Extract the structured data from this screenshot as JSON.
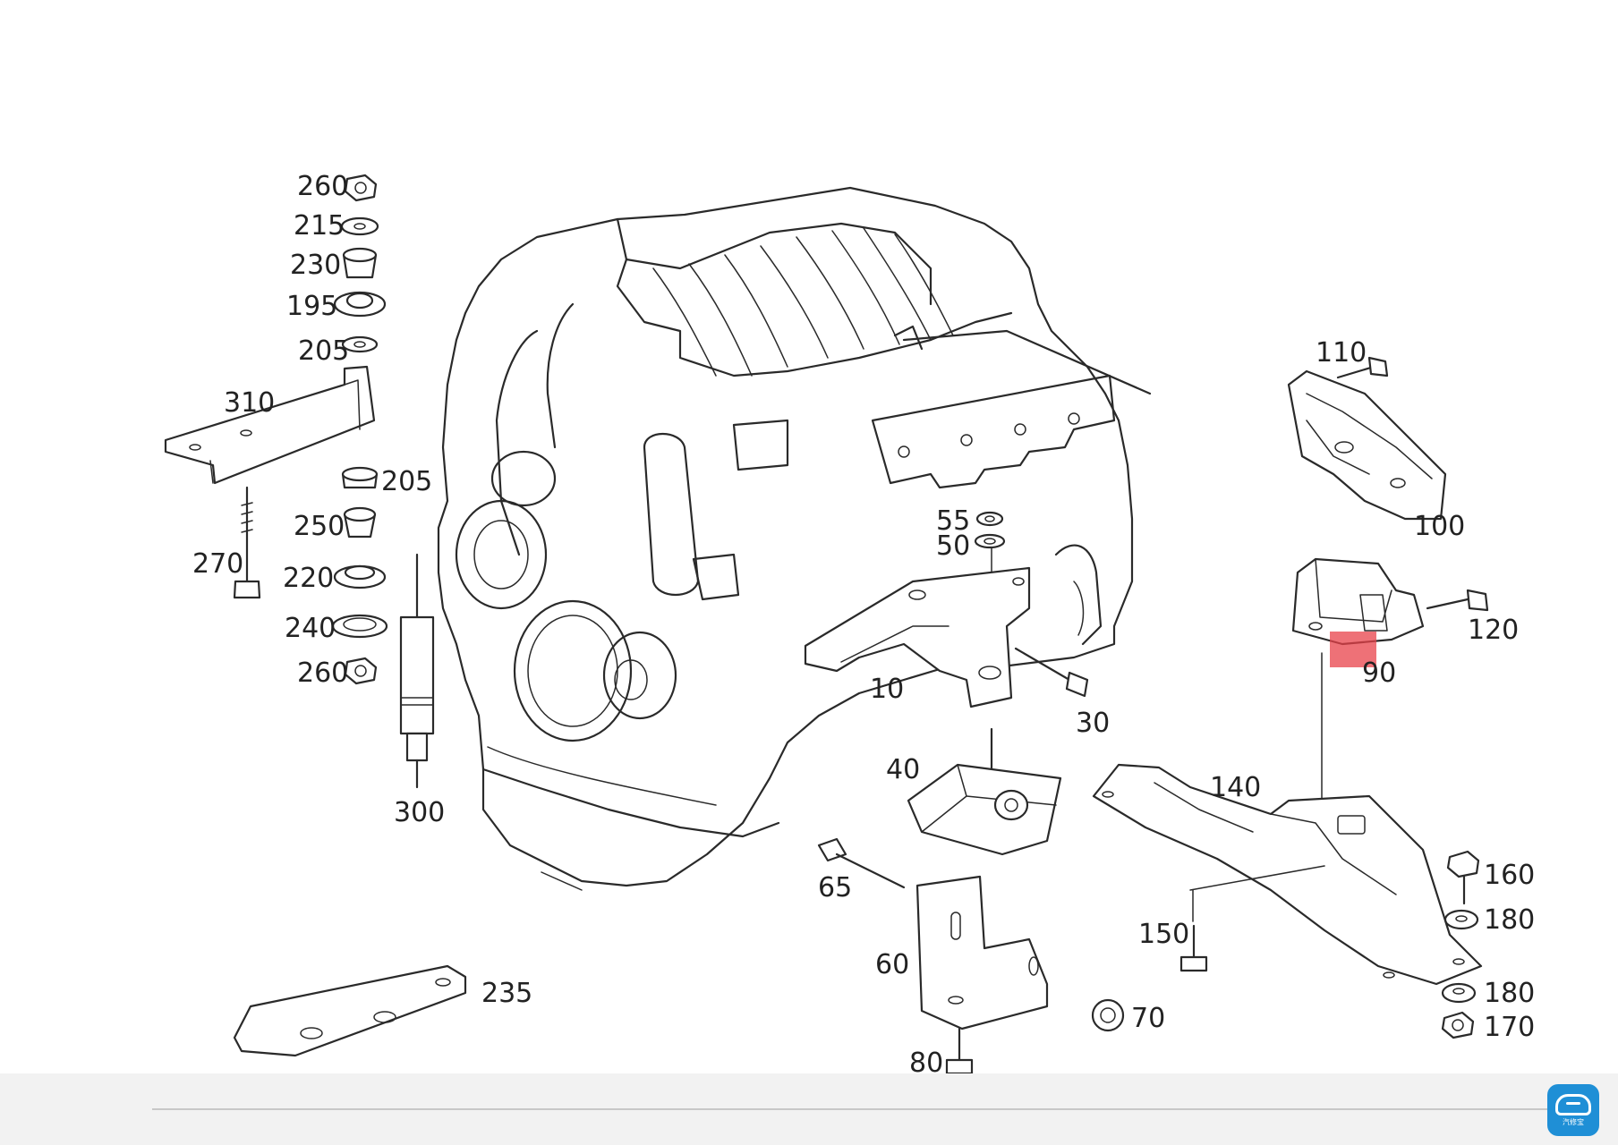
{
  "diagram": {
    "labels": {
      "p260a": "260",
      "p215": "215",
      "p230": "230",
      "p195": "195",
      "p205a": "205",
      "p310": "310",
      "p205b": "205",
      "p250": "250",
      "p270": "270",
      "p220": "220",
      "p240": "240",
      "p260b": "260",
      "p300": "300",
      "p55": "55",
      "p50": "50",
      "p10": "10",
      "p30": "30",
      "p40": "40",
      "p65": "65",
      "p60": "60",
      "p80": "80",
      "p70": "70",
      "p235": "235",
      "p110": "110",
      "p100": "100",
      "p120": "120",
      "p90": "90",
      "p140": "140",
      "p160": "160",
      "p180a": "180",
      "p150": "150",
      "p180b": "180",
      "p170": "170"
    },
    "highlight_color": "#e8424a"
  },
  "footer": {
    "badge_icon": "car-service-icon",
    "badge_text": "汽修宝"
  }
}
